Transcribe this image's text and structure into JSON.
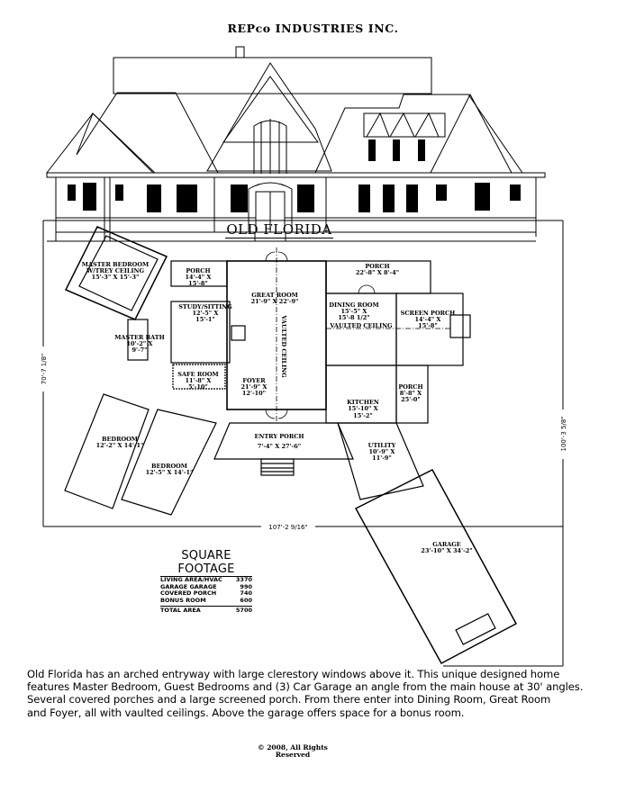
{
  "header": {
    "company": "REPco INDUSTRIES INC."
  },
  "plan": {
    "title": "OLD FLORIDA",
    "rooms": [
      {
        "name": "MASTER BEDROOM",
        "line2": "W/TREY CEILING",
        "size": "15'-3\" X 15'-3\""
      },
      {
        "name": "PORCH",
        "size1": "14'-4\" X",
        "size2": "15'-8\""
      },
      {
        "name": "STUDY/SITTING",
        "size1": "12'-5\" X",
        "size2": "15'-1\""
      },
      {
        "name": "MASTER BATH",
        "size1": "10'-2\" X",
        "size2": "9'-7\""
      },
      {
        "name": "SAFE ROOM",
        "size1": "11'-8\" X",
        "size2": "5'-10\""
      },
      {
        "name": "GREAT ROOM",
        "size": "21'-9\" X 22'-9\""
      },
      {
        "name": "VAULTED CEILING"
      },
      {
        "name": "FOYER",
        "size1": "21'-9\" X",
        "size2": "12'-10\""
      },
      {
        "name": "PORCH",
        "size": "22'-8\" X 8'-4\""
      },
      {
        "name": "DINING ROOM",
        "size1": "15'-5\" X",
        "size2": "15'-8 1/2\"",
        "note": "VAULTED CEILING"
      },
      {
        "name": "SCREEN PORCH",
        "size1": "14'-4\" X",
        "size2": "15'-8\""
      },
      {
        "name": "KITCHEN",
        "size1": "15'-10\" X",
        "size2": "15'-2\""
      },
      {
        "name": "PORCH",
        "size1": "8'-8\" X",
        "size2": "25'-0\""
      },
      {
        "name": "ENTRY PORCH",
        "size": "7'-4\" X 27'-6\""
      },
      {
        "name": "UTILITY",
        "size1": "10'-9\" X",
        "size2": "11'-9\""
      },
      {
        "name": "BEDROOM",
        "size": "12'-2\" X 14'-1\""
      },
      {
        "name": "BEDROOM",
        "size": "12'-5\" X 14'-1\""
      },
      {
        "name": "GARAGE",
        "size": "23'-10\" X 34'-2\""
      }
    ],
    "dimensions": {
      "width": "107'-2 9/16\"",
      "left_depth": "70'-7 1/8\"",
      "right_depth": "100'-3 5/8\""
    }
  },
  "square_footage": {
    "title": "SQUARE FOOTAGE",
    "rows": [
      {
        "label": "LIVING AREA/HVAC",
        "value": "3370"
      },
      {
        "label": "GARAGE GARAGE",
        "value": "990"
      },
      {
        "label": "COVERED PORCH",
        "value": "740"
      },
      {
        "label": "BONUS ROOM",
        "value": "600"
      }
    ],
    "total": {
      "label": "TOTAL AREA",
      "value": "5700"
    }
  },
  "description": [
    "Old Florida has an arched entryway with large clerestory windows above it.  This unique designed home",
    "features Master Bedroom, Guest Bedrooms and (3) Car Garage an angle from the main house at 30' angles.",
    "Several covered porches and a large screened porch.  From there enter into Dining Room, Great Room",
    "and Foyer, all with vaulted ceilings.  Above the garage offers space for a bonus room."
  ],
  "copyright": {
    "line1": "© 2008, All Rights",
    "line2": "Reserved"
  }
}
